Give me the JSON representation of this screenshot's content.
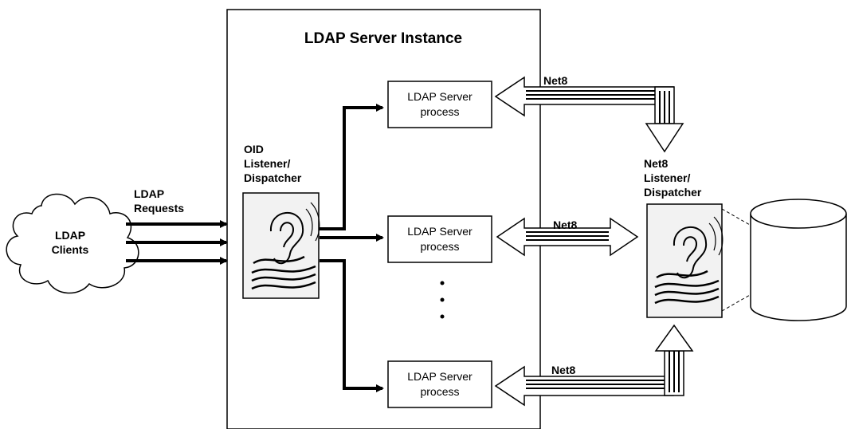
{
  "diagram": {
    "instance_title": "LDAP Server Instance",
    "clients_label_1": "LDAP",
    "clients_label_2": "Clients",
    "requests_label_1": "LDAP",
    "requests_label_2": "Requests",
    "oid_label_1": "OID",
    "oid_label_2": "Listener/",
    "oid_label_3": "Dispatcher",
    "net8_listener_label_1": "Net8",
    "net8_listener_label_2": "Listener/",
    "net8_listener_label_3": "Dispatcher",
    "server_process_line_1": "LDAP Server",
    "server_process_line_2": "process",
    "ellipsis": "⋮",
    "net8_top": "Net8",
    "net8_middle": "Net8",
    "net8_bottom": "Net8"
  }
}
